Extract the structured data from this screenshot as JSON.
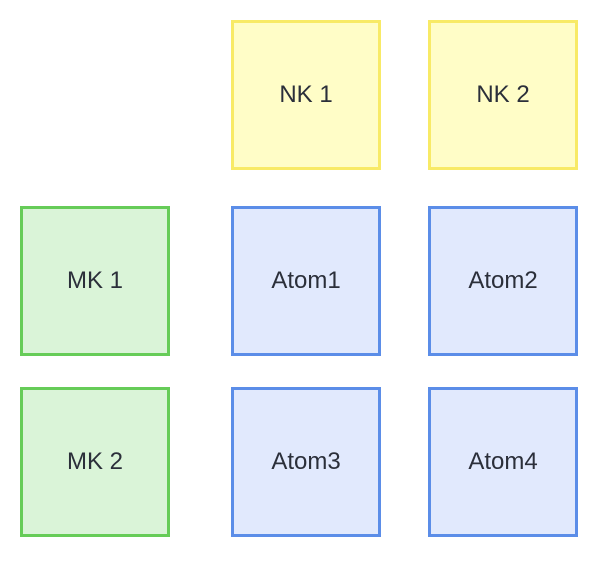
{
  "colors": {
    "nk_fill": "#fffdc7",
    "nk_border": "#f8ea66",
    "mk_fill": "#daf4d8",
    "mk_border": "#66cc58",
    "atom_fill": "#e1e9fd",
    "atom_border": "#5b8de8",
    "text": "#2b2f3a"
  },
  "diagram": {
    "nk": [
      "NK 1",
      "NK 2"
    ],
    "mk": [
      "MK 1",
      "MK 2"
    ],
    "atoms": [
      "Atom1",
      "Atom2",
      "Atom3",
      "Atom4"
    ]
  }
}
